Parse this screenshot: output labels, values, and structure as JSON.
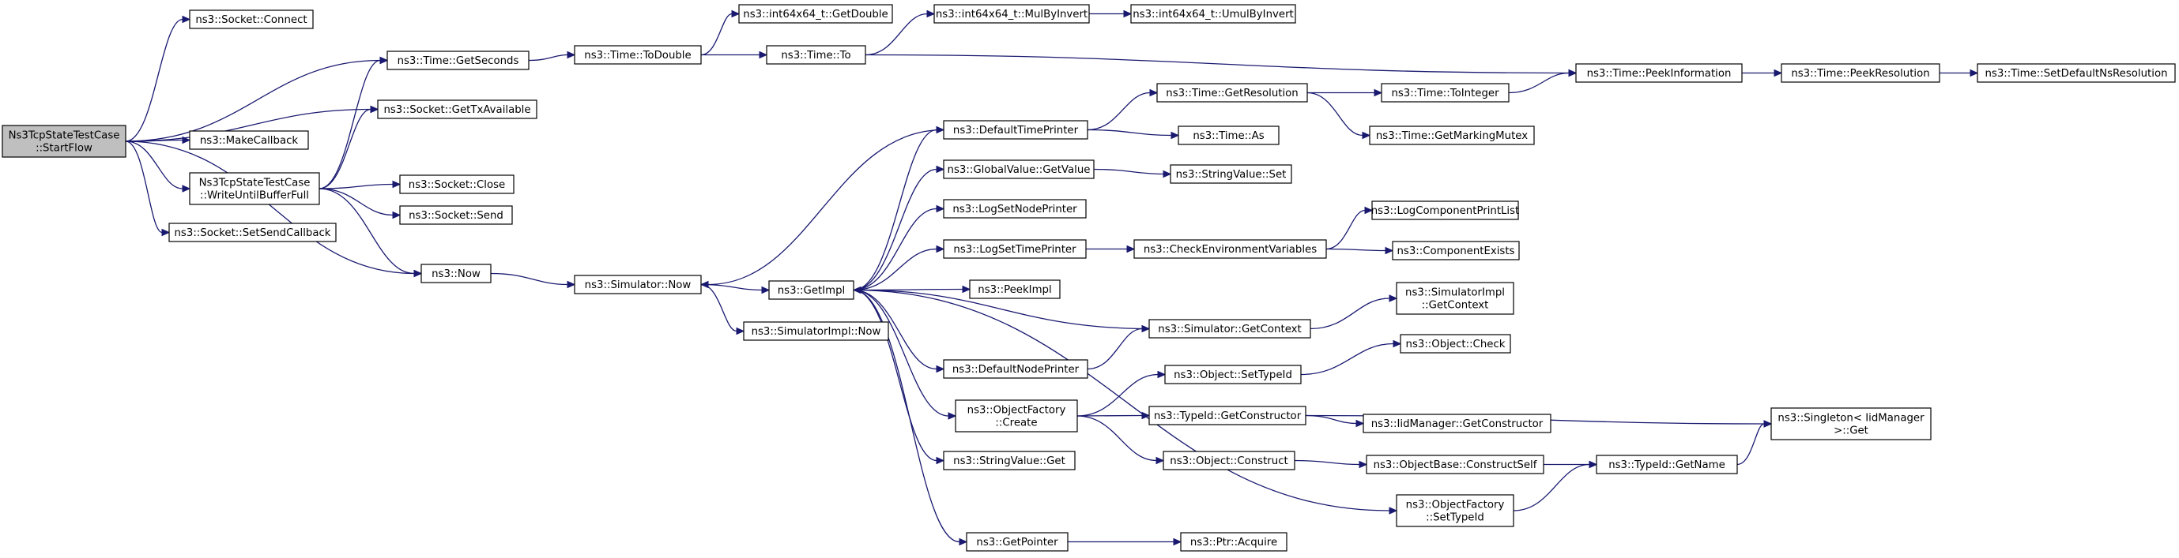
{
  "diagram": {
    "colors": {
      "edge": "#191970",
      "root_fill": "#bfbfbf",
      "node_border": "#000000",
      "truncated_border": "#ff0000"
    },
    "nodes": [
      {
        "id": "startflow",
        "lines": [
          "Ns3TcpStateTestCase",
          "::StartFlow"
        ],
        "style": "root"
      },
      {
        "id": "connect",
        "lines": [
          "ns3::Socket::Connect"
        ]
      },
      {
        "id": "getseconds",
        "lines": [
          "ns3::Time::GetSeconds"
        ]
      },
      {
        "id": "gettxavail",
        "lines": [
          "ns3::Socket::GetTxAvailable"
        ]
      },
      {
        "id": "makecallback",
        "lines": [
          "ns3::MakeCallback"
        ]
      },
      {
        "id": "writeuntil",
        "lines": [
          "Ns3TcpStateTestCase",
          "::WriteUntilBufferFull"
        ]
      },
      {
        "id": "setsendcb",
        "lines": [
          "ns3::Socket::SetSendCallback"
        ]
      },
      {
        "id": "now",
        "lines": [
          "ns3::Now"
        ]
      },
      {
        "id": "close",
        "lines": [
          "ns3::Socket::Close"
        ]
      },
      {
        "id": "send",
        "lines": [
          "ns3::Socket::Send"
        ]
      },
      {
        "id": "todouble",
        "lines": [
          "ns3::Time::ToDouble"
        ]
      },
      {
        "id": "simnow",
        "lines": [
          "ns3::Simulator::Now"
        ]
      },
      {
        "id": "getdouble",
        "lines": [
          "ns3::int64x64_t::GetDouble"
        ]
      },
      {
        "id": "timeto",
        "lines": [
          "ns3::Time::To"
        ]
      },
      {
        "id": "getimpl",
        "lines": [
          "ns3::GetImpl"
        ]
      },
      {
        "id": "simimplnow",
        "lines": [
          "ns3::SimulatorImpl::Now"
        ]
      },
      {
        "id": "mulbyinvert",
        "lines": [
          "ns3::int64x64_t::MulByInvert"
        ]
      },
      {
        "id": "umulbyinvert",
        "lines": [
          "ns3::int64x64_t::UmulByInvert"
        ]
      },
      {
        "id": "peekinfo",
        "lines": [
          "ns3::Time::PeekInformation"
        ]
      },
      {
        "id": "peekres",
        "lines": [
          "ns3::Time::PeekResolution"
        ]
      },
      {
        "id": "setdefres",
        "lines": [
          "ns3::Time::SetDefaultNsResolution"
        ]
      },
      {
        "id": "deftimeprinter",
        "lines": [
          "ns3::DefaultTimePrinter"
        ]
      },
      {
        "id": "gvgetvalue",
        "lines": [
          "ns3::GlobalValue::GetValue"
        ]
      },
      {
        "id": "logsetnode",
        "lines": [
          "ns3::LogSetNodePrinter"
        ]
      },
      {
        "id": "logsettime",
        "lines": [
          "ns3::LogSetTimePrinter"
        ]
      },
      {
        "id": "peekimpl",
        "lines": [
          "ns3::PeekImpl"
        ]
      },
      {
        "id": "defnodeprinter",
        "lines": [
          "ns3::DefaultNodePrinter"
        ]
      },
      {
        "id": "objfactcreate",
        "lines": [
          "ns3::ObjectFactory",
          "::Create"
        ]
      },
      {
        "id": "strvalueget",
        "lines": [
          "ns3::StringValue::Get"
        ]
      },
      {
        "id": "getpointer",
        "lines": [
          "ns3::GetPointer"
        ]
      },
      {
        "id": "getres",
        "lines": [
          "ns3::Time::GetResolution"
        ]
      },
      {
        "id": "timeas",
        "lines": [
          "ns3::Time::As"
        ]
      },
      {
        "id": "strvalueset",
        "lines": [
          "ns3::StringValue::Set"
        ]
      },
      {
        "id": "checkenv",
        "lines": [
          "ns3::CheckEnvironmentVariables"
        ]
      },
      {
        "id": "simgetctx",
        "lines": [
          "ns3::Simulator::GetContext"
        ]
      },
      {
        "id": "objsettypeid",
        "lines": [
          "ns3::Object::SetTypeId"
        ]
      },
      {
        "id": "typeidgetctor",
        "lines": [
          "ns3::TypeId::GetConstructor"
        ]
      },
      {
        "id": "objconstruct",
        "lines": [
          "ns3::Object::Construct"
        ]
      },
      {
        "id": "ptracquire",
        "lines": [
          "ns3::Ptr::Acquire"
        ]
      },
      {
        "id": "tointeger",
        "lines": [
          "ns3::Time::ToInteger"
        ]
      },
      {
        "id": "getmarkingmutex",
        "lines": [
          "ns3::Time::GetMarkingMutex"
        ]
      },
      {
        "id": "logcompprint",
        "lines": [
          "ns3::LogComponentPrintList"
        ],
        "style": "truncated"
      },
      {
        "id": "compexists",
        "lines": [
          "ns3::ComponentExists"
        ],
        "style": "truncated"
      },
      {
        "id": "simimplgetctx",
        "lines": [
          "ns3::SimulatorImpl",
          "::GetContext"
        ]
      },
      {
        "id": "objcheck",
        "lines": [
          "ns3::Object::Check"
        ],
        "style": "truncated"
      },
      {
        "id": "iidmgrgetctor",
        "lines": [
          "ns3::IidManager::GetConstructor"
        ],
        "style": "truncated"
      },
      {
        "id": "objbaseconstruct",
        "lines": [
          "ns3::ObjectBase::ConstructSelf"
        ],
        "style": "truncated"
      },
      {
        "id": "objfactsettypeid",
        "lines": [
          "ns3::ObjectFactory",
          "::SetTypeId"
        ]
      },
      {
        "id": "typeidgetname",
        "lines": [
          "ns3::TypeId::GetName"
        ],
        "style": "truncated"
      },
      {
        "id": "singletonget",
        "lines": [
          "ns3::Singleton< IidManager",
          " >::Get"
        ]
      }
    ],
    "edges": [
      [
        "startflow",
        "connect"
      ],
      [
        "startflow",
        "getseconds"
      ],
      [
        "startflow",
        "gettxavail"
      ],
      [
        "startflow",
        "makecallback"
      ],
      [
        "startflow",
        "writeuntil"
      ],
      [
        "startflow",
        "setsendcb"
      ],
      [
        "startflow",
        "now"
      ],
      [
        "writeuntil",
        "getseconds"
      ],
      [
        "writeuntil",
        "gettxavail"
      ],
      [
        "writeuntil",
        "close"
      ],
      [
        "writeuntil",
        "send"
      ],
      [
        "writeuntil",
        "now"
      ],
      [
        "getseconds",
        "todouble"
      ],
      [
        "todouble",
        "getdouble"
      ],
      [
        "todouble",
        "timeto"
      ],
      [
        "timeto",
        "mulbyinvert"
      ],
      [
        "timeto",
        "peekinfo"
      ],
      [
        "mulbyinvert",
        "umulbyinvert"
      ],
      [
        "peekinfo",
        "peekres"
      ],
      [
        "peekres",
        "setdefres"
      ],
      [
        "now",
        "simnow"
      ],
      [
        "simnow",
        "getimpl"
      ],
      [
        "simnow",
        "simimplnow"
      ],
      [
        "getimpl",
        "deftimeprinter"
      ],
      [
        "getimpl",
        "gvgetvalue"
      ],
      [
        "getimpl",
        "logsetnode"
      ],
      [
        "getimpl",
        "logsettime"
      ],
      [
        "getimpl",
        "peekimpl"
      ],
      [
        "getimpl",
        "defnodeprinter"
      ],
      [
        "getimpl",
        "objfactcreate"
      ],
      [
        "getimpl",
        "strvalueget"
      ],
      [
        "getimpl",
        "getpointer"
      ],
      [
        "getimpl",
        "objfactsettypeid"
      ],
      [
        "deftimeprinter",
        "simnow"
      ],
      [
        "deftimeprinter",
        "getres"
      ],
      [
        "deftimeprinter",
        "timeas"
      ],
      [
        "getres",
        "tointeger"
      ],
      [
        "getres",
        "getmarkingmutex"
      ],
      [
        "tointeger",
        "peekinfo"
      ],
      [
        "gvgetvalue",
        "strvalueset"
      ],
      [
        "logsettime",
        "checkenv"
      ],
      [
        "checkenv",
        "logcompprint"
      ],
      [
        "checkenv",
        "compexists"
      ],
      [
        "defnodeprinter",
        "simgetctx"
      ],
      [
        "simgetctx",
        "getimpl"
      ],
      [
        "simgetctx",
        "simimplgetctx"
      ],
      [
        "objfactcreate",
        "objsettypeid"
      ],
      [
        "objfactcreate",
        "typeidgetctor"
      ],
      [
        "objfactcreate",
        "objconstruct"
      ],
      [
        "objsettypeid",
        "objcheck"
      ],
      [
        "typeidgetctor",
        "iidmgrgetctor"
      ],
      [
        "typeidgetctor",
        "singletonget"
      ],
      [
        "objconstruct",
        "objbaseconstruct"
      ],
      [
        "objbaseconstruct",
        "typeidgetname"
      ],
      [
        "objfactsettypeid",
        "typeidgetname"
      ],
      [
        "typeidgetname",
        "singletonget"
      ],
      [
        "getpointer",
        "ptracquire"
      ]
    ]
  }
}
